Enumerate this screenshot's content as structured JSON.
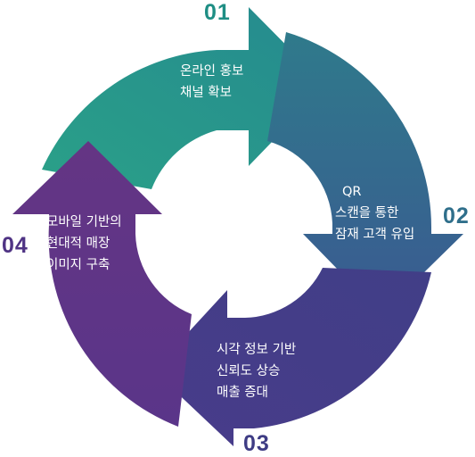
{
  "steps": [
    {
      "number": "01",
      "lines": [
        "온라인 홍보",
        "채널 확보"
      ],
      "color": "#27958a",
      "number_color": "#1e8e84"
    },
    {
      "number": "02",
      "lines": [
        "QR",
        "스캔을 통한",
        "잠재 고객 유입"
      ],
      "color": "#336e8e",
      "number_color": "#2f6f8b"
    },
    {
      "number": "03",
      "lines": [
        "시각 정보 기반",
        "신뢰도 상승",
        "매출 증대"
      ],
      "color": "#443d86",
      "number_color": "#3e3c84"
    },
    {
      "number": "04",
      "lines": [
        "모바일 기반의",
        "현대적 매장",
        "이미지 구축"
      ],
      "color": "#5d3487",
      "number_color": "#4f3384"
    }
  ]
}
